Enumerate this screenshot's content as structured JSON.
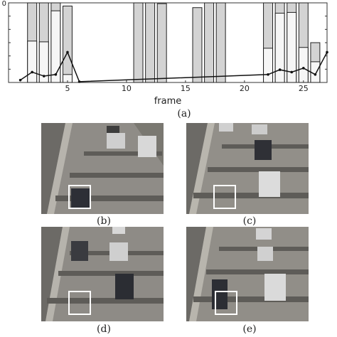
{
  "chart_data": {
    "type": "bar",
    "title": "",
    "xlabel": "frame",
    "ylabel": "",
    "xlim": [
      0,
      27
    ],
    "x_ticks": [
      5,
      10,
      15,
      20,
      25
    ],
    "y_tick_labels_left": [
      "",
      "",
      "",
      "",
      "",
      "",
      "0"
    ],
    "y_tick_labels_right": [
      "",
      "",
      "",
      "",
      "",
      "",
      ""
    ],
    "bars": [
      {
        "x": 2,
        "upper": 1.0,
        "lower": 0.52
      },
      {
        "x": 3,
        "upper": 1.0,
        "lower": 0.51
      },
      {
        "x": 4,
        "upper": 1.0,
        "lower": 0.9
      },
      {
        "x": 5,
        "upper": 0.96,
        "lower": 0.1
      },
      {
        "x": 11,
        "upper": 1.0,
        "lower": 0
      },
      {
        "x": 12,
        "upper": 1.0,
        "lower": 0
      },
      {
        "x": 13,
        "upper": 0.99,
        "lower": 0
      },
      {
        "x": 16,
        "upper": 0.94,
        "lower": 0
      },
      {
        "x": 17,
        "upper": 1.0,
        "lower": 0
      },
      {
        "x": 18,
        "upper": 1.0,
        "lower": 0
      },
      {
        "x": 22,
        "upper": 1.0,
        "lower": 0.43
      },
      {
        "x": 23,
        "upper": 1.0,
        "lower": 0.87
      },
      {
        "x": 24,
        "upper": 1.0,
        "lower": 0.88
      },
      {
        "x": 25,
        "upper": 1.0,
        "lower": 0.44
      },
      {
        "x": 26,
        "upper": 0.5,
        "lower": 0.26
      }
    ],
    "line": {
      "x": [
        1,
        2,
        3,
        4,
        5,
        6,
        22,
        23,
        24,
        25,
        26,
        27
      ],
      "y": [
        0.03,
        0.13,
        0.08,
        0.1,
        0.38,
        0.01,
        0.1,
        0.16,
        0.13,
        0.18,
        0.1,
        0.38
      ]
    },
    "colors": {
      "bar_fill": "#d3d3d3",
      "bar_lower": "#f6f6f6",
      "line": "#111111"
    }
  },
  "captions": {
    "a": "(a)",
    "b": "(b)",
    "c": "(c)",
    "d": "(d)",
    "e": "(e)"
  }
}
